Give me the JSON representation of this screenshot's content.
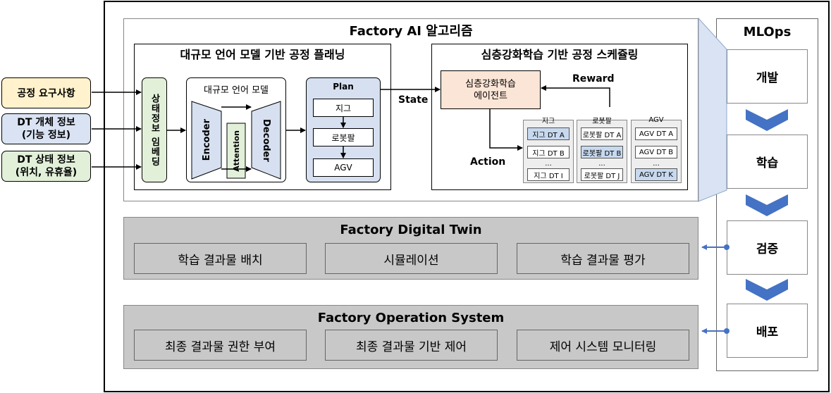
{
  "inputs": {
    "process_req": "공정 요구사항",
    "dt_object_line1": "DT 개체 정보",
    "dt_object_line2": "(기능 정보)",
    "dt_state_line1": "DT 상태 정보",
    "dt_state_line2": "(위치, 유휴율)"
  },
  "ai": {
    "title": "Factory AI 알고리즘",
    "llm_section": {
      "title": "대규모 언어 모델 기반 공정 플래닝",
      "embedding": "상태정보 임베딩",
      "llm_title": "대규모 언어 모델",
      "encoder": "Encoder",
      "attention": "Attention",
      "decoder": "Decoder",
      "plan": {
        "title": "Plan",
        "items": [
          "지그",
          "로봇팔",
          "AGV"
        ]
      }
    },
    "edge_labels": {
      "state": "State",
      "reward": "Reward",
      "action": "Action"
    },
    "rl_section": {
      "title": "심층강화학습 기반 공정 스케쥴링",
      "agent_line1": "심층강화학습",
      "agent_line2": "에이전트",
      "groups": [
        {
          "title": "지그",
          "items": [
            "지그 DT A",
            "지그 DT B",
            "...",
            "지그 DT I"
          ],
          "highlight": 0
        },
        {
          "title": "로봇팔",
          "items": [
            "로봇팔 DT A",
            "로봇팔 DT B",
            "...",
            "로봇팔 DT J"
          ],
          "highlight": 1
        },
        {
          "title": "AGV",
          "items": [
            "AGV DT A",
            "AGV DT B",
            "...",
            "AGV DT K"
          ],
          "highlight": 3
        }
      ]
    }
  },
  "digital_twin": {
    "title": "Factory Digital Twin",
    "items": [
      "학습 결과물 배치",
      "시뮬레이션",
      "학습 결과물 평가"
    ]
  },
  "operation": {
    "title": "Factory Operation System",
    "items": [
      "최종 결과물 권한 부여",
      "최종 결과물 기반 제어",
      "제어 시스템 모니터링"
    ]
  },
  "mlops": {
    "title": "MLOps",
    "stages": [
      "개발",
      "학습",
      "검증",
      "배포"
    ]
  },
  "colors": {
    "input_yellow": "#fff2cc",
    "input_blue": "#dae3f3",
    "input_green": "#e2f0d9",
    "plan_blue": "#d6e0f0",
    "agent_orange": "#fbe5d6",
    "highlight_blue": "#c7d9ef",
    "tier_gray": "#c8c8c8",
    "chevron_blue": "#4472c4"
  }
}
